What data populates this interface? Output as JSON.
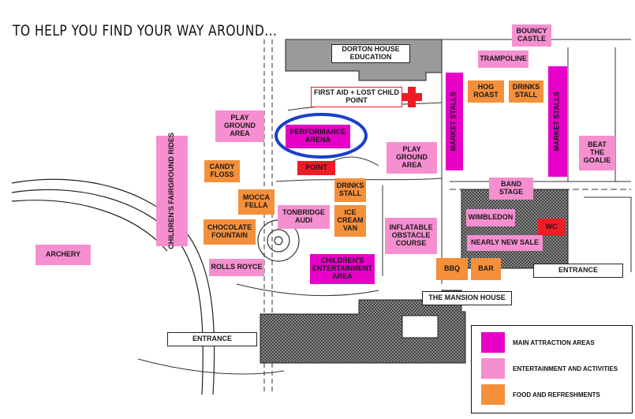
{
  "header": {
    "title": "TO HELP YOU FIND YOUR WAY AROUND..."
  },
  "areas": {
    "dorton_house": "DORTON HOUSE\nEDUCATION",
    "first_aid": "FIRST AID + LOST CHILD\nPOINT",
    "bouncy_castle": "BOUNCY\nCASTLE",
    "trampoline": "TRAMPOLINE",
    "hog_roast": "HOG\nROAST",
    "drinks_stall_top": "DRINKS\nSTALL",
    "market_stalls_left": "MARKET STALLS",
    "market_stalls_right": "MARKET STALLS",
    "beat_the_goalie": "BEAT\nTHE\nGOALIE",
    "play_ground_left": "PLAY\nGROUND\nAREA",
    "performance_arena": "PERFORMANCE\nARENA",
    "point": "POINT",
    "play_ground_right": "PLAY\nGROUND\nAREA",
    "childrens_fairground_rides": "CHILDREN'S FAIRGROUND\nRIDES",
    "candy_floss": "CANDY\nFLOSS",
    "drinks_stall_mid": "DRINKS\nSTALL",
    "band_stage": "BAND\nSTAGE",
    "mocca_fella": "MOCCA\nFELLA",
    "tonbridge_audi": "TONBRIDGE\nAUDI",
    "ice_cream_van": "ICE\nCREAM\nVAN",
    "wimbledon": "WIMBLEDON",
    "chocolate_fountain": "CHOCOLATE\nFOUNTAIN",
    "inflatable_obstacle_course": "INFLATABLE\nOBSTACLE\nCOURSE",
    "wc": "WC",
    "nearly_new_sale": "NEARLY NEW SALE",
    "archery": "ARCHERY",
    "rolls_royce": "ROLLS ROYCE",
    "childrens_entertainment_area": "CHILDREN'S\nENTERTAINMENT\nAREA",
    "bbq": "BBQ",
    "bar": "BAR",
    "entrance_right": "ENTRANCE",
    "mansion_house": "THE MANSION HOUSE",
    "entrance_left": "ENTRANCE"
  },
  "legend": {
    "main_attraction": "MAIN ATTRACTION AREAS",
    "entertainment": "ENTERTAINMENT AND ACTIVITIES",
    "food": "FOOD AND REFRESHMENTS"
  },
  "colors": {
    "main_attraction": "#e600c8",
    "entertainment": "#f58fd0",
    "food": "#f58f3a",
    "first_aid_red": "#ee1c24",
    "highlight_ring": "#1a3fc8"
  }
}
